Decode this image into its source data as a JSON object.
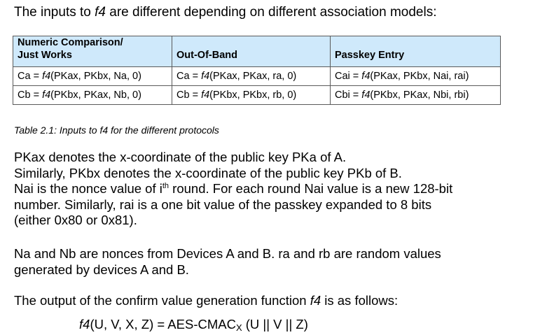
{
  "intro": {
    "prefix": "The inputs to ",
    "func": "f4",
    "suffix": " are different depending on different association models:"
  },
  "table": {
    "headers": [
      {
        "line1": "Numeric Comparison/",
        "line2": "Just Works"
      },
      {
        "line1": "",
        "line2": "Out-Of-Band"
      },
      {
        "line1": "",
        "line2": "Passkey Entry"
      }
    ],
    "rows": [
      [
        {
          "lhs": "Ca = ",
          "func": "f4",
          "args": "(PKax, PKbx, Na, 0)"
        },
        {
          "lhs": "Ca = ",
          "func": "f4",
          "args": "(PKax, PKax, ra, 0)"
        },
        {
          "lhs": "Cai = ",
          "func": "f4",
          "args": "(PKax, PKbx, Nai, rai)"
        }
      ],
      [
        {
          "lhs": "Cb = ",
          "func": "f4",
          "args": "(PKbx, PKax, Nb, 0)"
        },
        {
          "lhs": "Cb = ",
          "func": "f4",
          "args": "(PKbx, PKbx, rb, 0)"
        },
        {
          "lhs": "Cbi = ",
          "func": "f4",
          "args": "(PKbx, PKax, Nbi, rbi)"
        }
      ]
    ],
    "caption": "Table 2.1:  Inputs to f4 for the different protocols"
  },
  "para1": {
    "line1": "PKax denotes the x-coordinate of the public key PKa of A.",
    "line2": "Similarly, PKbx denotes the x-coordinate of the public key PKb of B.",
    "line3_before": "Nai is the nonce value of i",
    "line3_sup": "th",
    "line3_after": " round. For each round Nai value is a new 128-bit",
    "line4": "number. Similarly, rai is a one bit value of the passkey expanded to 8 bits",
    "line5": "(either 0x80 or 0x81)."
  },
  "para2": {
    "line1": "Na and Nb are nonces from Devices A and B. ra and rb are random values",
    "line2": "generated by devices A and B."
  },
  "para3": {
    "prefix": "The output of the confirm value generation function ",
    "func": "f4",
    "suffix": " is as follows:"
  },
  "formula": {
    "func": "f4",
    "lhs": "(U, V, X, Z) = AES-CMAC",
    "sub": "X",
    "rhs": " (U || V || Z)"
  }
}
